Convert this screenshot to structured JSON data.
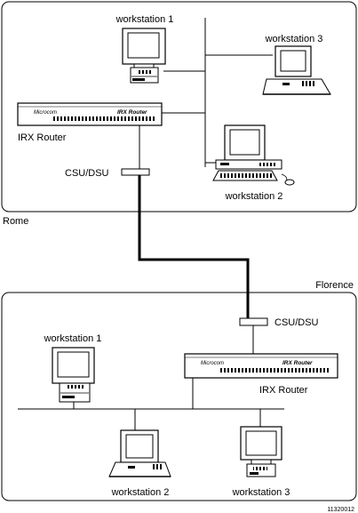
{
  "sites": {
    "rome": {
      "name": "Rome",
      "router_label": "IRX Router",
      "router_brand": "IRX Router",
      "router_logo": "Microcom",
      "csu_label": "CSU/DSU",
      "workstations": [
        "workstation 1",
        "workstation 3",
        "workstation 2"
      ]
    },
    "florence": {
      "name": "Florence",
      "router_label": "IRX Router",
      "router_brand": "IRX Router",
      "router_logo": "Microcom",
      "csu_label": "CSU/DSU",
      "workstations": [
        "workstation 1",
        "workstation 2",
        "workstation 3"
      ]
    }
  },
  "figure_id": "11320012",
  "colors": {
    "line": "#000000",
    "background": "#ffffff"
  }
}
